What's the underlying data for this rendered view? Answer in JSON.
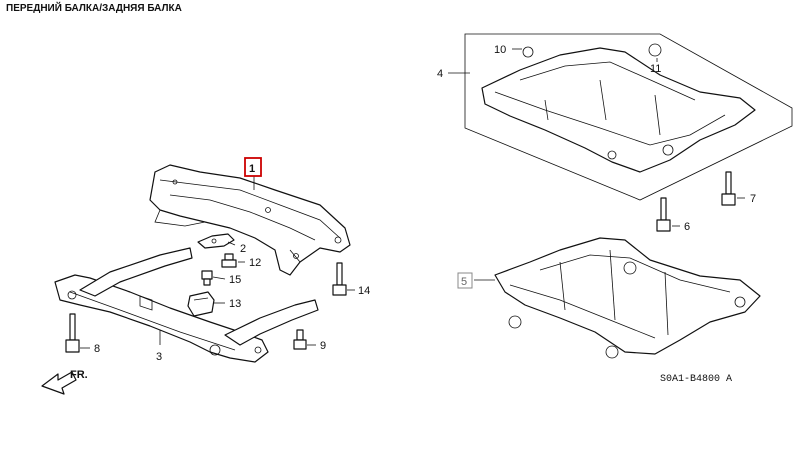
{
  "title": "ПЕРЕДНИЙ БАЛКА/ЗАДНЯЯ БАЛКА",
  "highlight_color": "#cc0000",
  "callouts": {
    "c1": "1",
    "c2": "2",
    "c3": "3",
    "c4": "4",
    "c5": "5",
    "c6": "6",
    "c7": "7",
    "c8": "8",
    "c9": "9",
    "c10": "10",
    "c11": "11",
    "c12": "12",
    "c13": "13",
    "c14": "14",
    "c15": "15"
  },
  "direction_label": "FR.",
  "part_code": "S0A1-B4800 A"
}
